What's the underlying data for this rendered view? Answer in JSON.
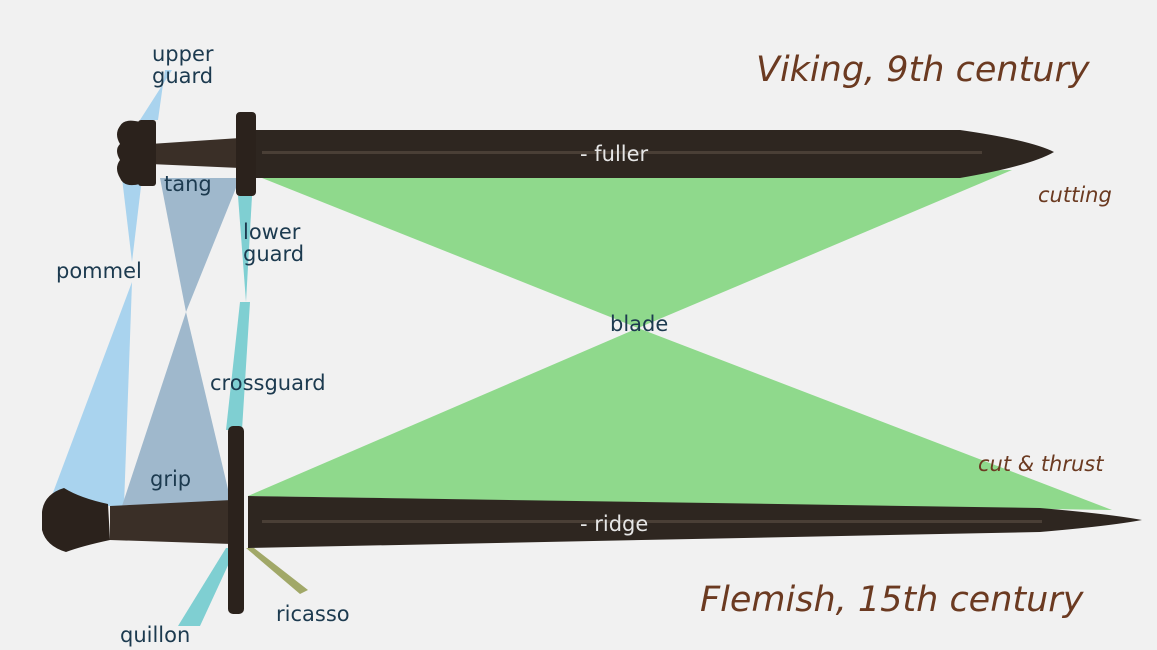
{
  "titles": {
    "viking": "Viking, 9th century",
    "flemish": "Flemish, 15th century"
  },
  "edge_types": {
    "viking": "cutting",
    "flemish": "cut & thrust"
  },
  "parts": {
    "upper_guard": "upper\nguard",
    "tang": "tang",
    "lower_guard": "lower\nguard",
    "pommel": "pommel",
    "fuller": "- fuller",
    "blade": "blade",
    "crossguard": "crossguard",
    "grip": "grip",
    "ridge": "- ridge",
    "quillon": "quillon",
    "ricasso": "ricasso"
  },
  "colors": {
    "background": "#f1f1f1",
    "blade_highlight": "#8fd98c",
    "pommel_highlight": "#a9d3ee",
    "grip_highlight": "#9fb8cc",
    "guard_highlight": "#7fcfd2",
    "ricasso_highlight": "#a1a868",
    "metal": "#2e2620",
    "label_text": "#1c3a4f",
    "title_text": "#6b3a21"
  }
}
